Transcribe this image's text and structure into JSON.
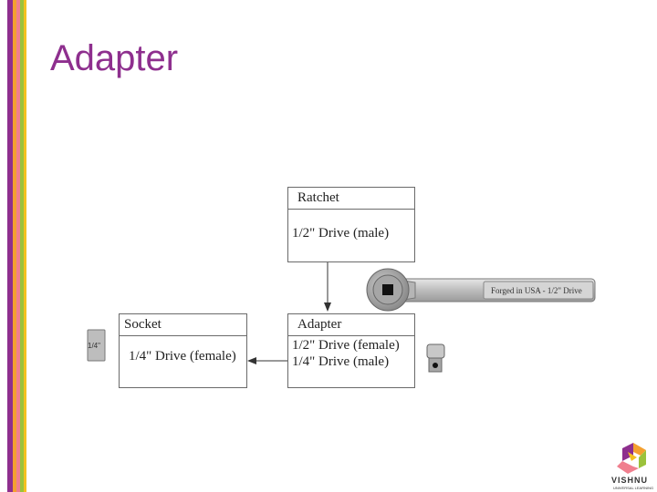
{
  "slide": {
    "title": "Adapter"
  },
  "colors": {
    "title": "#8e2f8e",
    "stripes": [
      "#8e2f8e",
      "#f4a030",
      "#f07f8e",
      "#9bc23c",
      "#f4c020"
    ]
  },
  "diagram": {
    "ratchet_box": {
      "header": "Ratchet",
      "lines": [
        "1/2\" Drive (male)"
      ]
    },
    "adapter_box": {
      "header": "Adapter",
      "lines": [
        "1/2\" Drive (female)",
        "1/4\" Drive (male)"
      ]
    },
    "socket_box": {
      "header": "Socket",
      "lines": [
        "1/4\" Drive (female)"
      ]
    },
    "ratchet_handle_text": "Forged in USA - 1/2\" Drive",
    "socket_size_text": "1/4\""
  },
  "logo": {
    "name": "VISHNU",
    "tagline": "UNIVERSAL LEARNING"
  }
}
